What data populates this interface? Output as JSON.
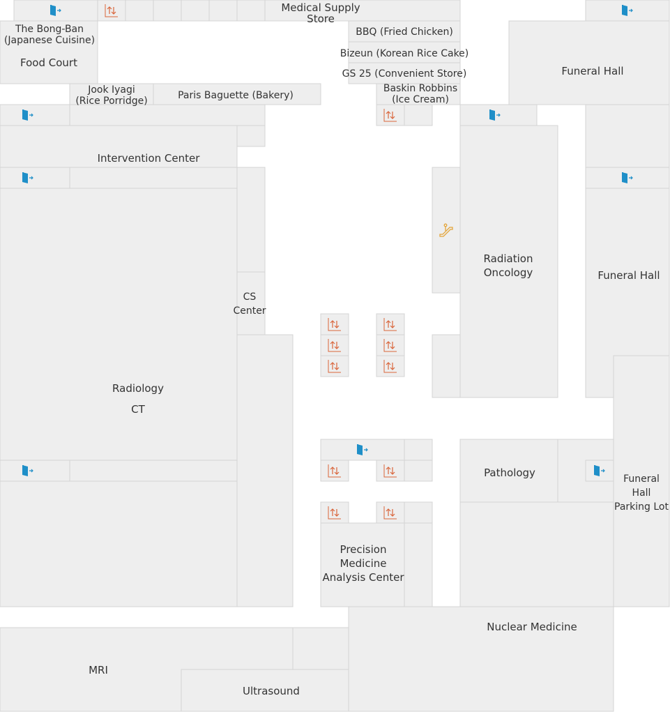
{
  "floor_map": {
    "rooms": {
      "medical_supply_store": [
        "Medical Supply",
        "Store"
      ],
      "bong_ban": [
        "The Bong-Ban",
        "(Japanese Cuisine)"
      ],
      "food_court": [
        "Food Court"
      ],
      "bbq": [
        "BBQ (Fried Chicken)"
      ],
      "bizeun": [
        "Bizeun (Korean Rice Cake)"
      ],
      "gs25": [
        "GS 25 (Convenient Store)"
      ],
      "baskin_robbins": [
        "Baskin Robbins",
        "(Ice Cream)"
      ],
      "funeral_hall_top": [
        "Funeral Hall"
      ],
      "jook_iyagi": [
        "Jook Iyagi",
        "(Rice Porridge)"
      ],
      "paris_baguette": [
        "Paris Baguette (Bakery)"
      ],
      "intervention_center": [
        "Intervention Center"
      ],
      "radiation_oncology": [
        "Radiation",
        "Oncology"
      ],
      "funeral_hall_right": [
        "Funeral Hall"
      ],
      "cs_center": [
        "CS",
        "Center"
      ],
      "radiology": [
        "Radiology"
      ],
      "ct": [
        "CT"
      ],
      "pathology": [
        "Pathology"
      ],
      "funeral_hall_parking": [
        "Funeral",
        "Hall",
        "Parking Lot"
      ],
      "precision_medicine": [
        "Precision",
        "Medicine",
        "Analysis Center"
      ],
      "nuclear_medicine": [
        "Nuclear Medicine"
      ],
      "mri": [
        "MRI"
      ],
      "ultrasound": [
        "Ultrasound"
      ]
    },
    "icons": {
      "exit": "exit-door-icon",
      "elevator": "elevator-icon",
      "escalator": "escalator-icon"
    },
    "colors": {
      "room_fill": "#eeeeee",
      "room_stroke": "#d4d4d4",
      "exit": "#1f8fc8",
      "elevator": "#d9653b",
      "escalator": "#e3a53a"
    }
  }
}
